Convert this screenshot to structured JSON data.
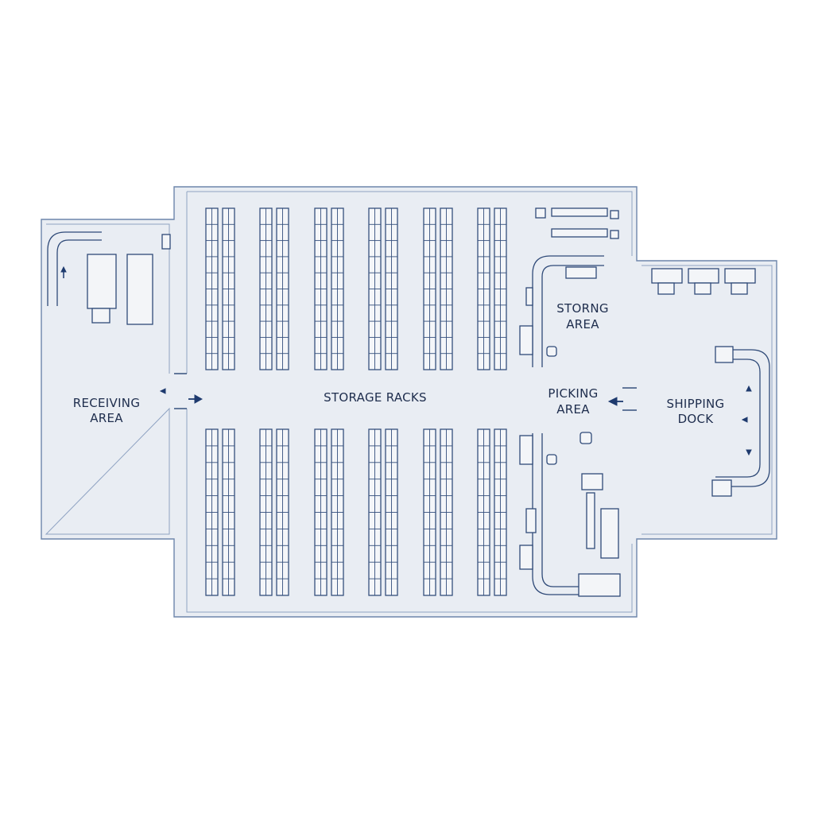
{
  "labels": {
    "receiving_line1": "RECEIVING",
    "receiving_line2": "AREA",
    "storage_racks": "STORAGE RACKS",
    "storing_line1": "STORNG",
    "storing_line2": "AREA",
    "picking_line1": "PICKING",
    "picking_line2": "AREA",
    "shipping_line1": "SHIPPING",
    "shipping_line2": "DOCK"
  },
  "colors": {
    "floor": "#e9edf3",
    "wall": "#6d85ab",
    "equipment": "#2f4a78",
    "text": "#1e2d4d"
  },
  "icons": [
    "conveyor-icon",
    "forklift-icon",
    "workstation-icon",
    "chair-icon",
    "flow-arrow-icon",
    "loading-dock-door-icon"
  ]
}
